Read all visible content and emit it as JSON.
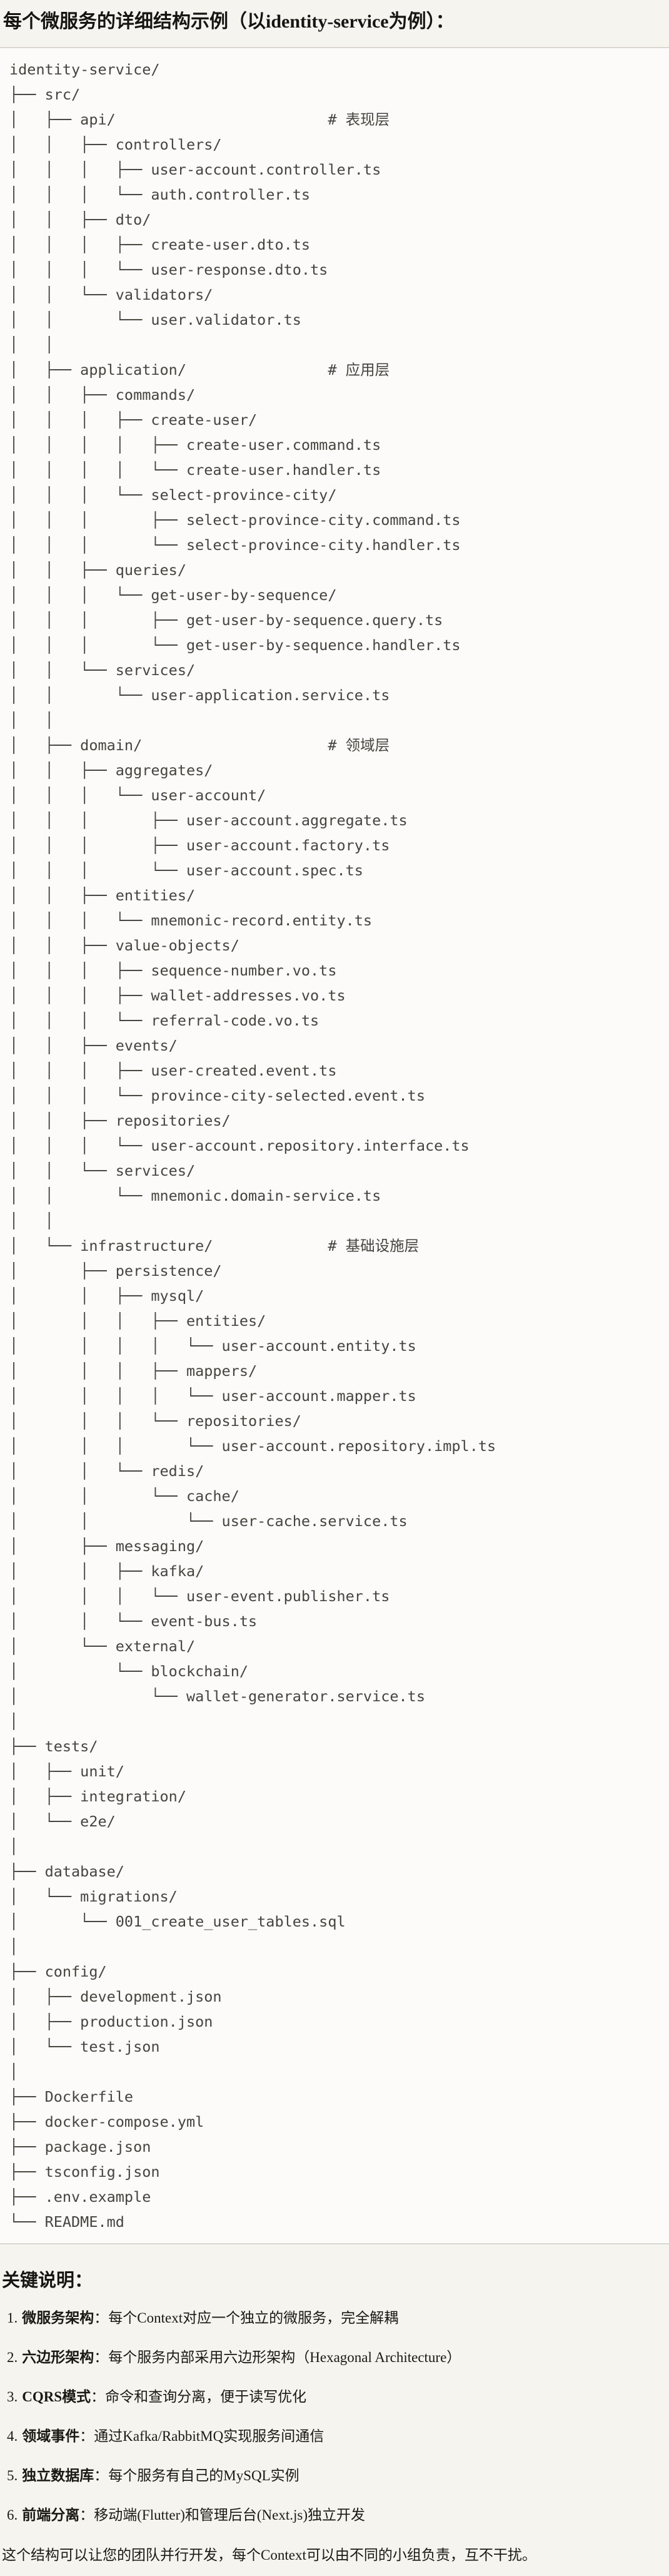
{
  "title": "每个微服务的详细结构示例（以identity-service为例）：",
  "code_block": {
    "tree_lines": [
      "identity-service/",
      "├── src/",
      "│   ├── api/                        # 表现层",
      "│   │   ├── controllers/",
      "│   │   │   ├── user-account.controller.ts",
      "│   │   │   └── auth.controller.ts",
      "│   │   ├── dto/",
      "│   │   │   ├── create-user.dto.ts",
      "│   │   │   └── user-response.dto.ts",
      "│   │   └── validators/",
      "│   │       └── user.validator.ts",
      "│   │",
      "│   ├── application/                # 应用层",
      "│   │   ├── commands/",
      "│   │   │   ├── create-user/",
      "│   │   │   │   ├── create-user.command.ts",
      "│   │   │   │   └── create-user.handler.ts",
      "│   │   │   └── select-province-city/",
      "│   │   │       ├── select-province-city.command.ts",
      "│   │   │       └── select-province-city.handler.ts",
      "│   │   ├── queries/",
      "│   │   │   └── get-user-by-sequence/",
      "│   │   │       ├── get-user-by-sequence.query.ts",
      "│   │   │       └── get-user-by-sequence.handler.ts",
      "│   │   └── services/",
      "│   │       └── user-application.service.ts",
      "│   │",
      "│   ├── domain/                     # 领域层",
      "│   │   ├── aggregates/",
      "│   │   │   └── user-account/",
      "│   │   │       ├── user-account.aggregate.ts",
      "│   │   │       ├── user-account.factory.ts",
      "│   │   │       └── user-account.spec.ts",
      "│   │   ├── entities/",
      "│   │   │   └── mnemonic-record.entity.ts",
      "│   │   ├── value-objects/",
      "│   │   │   ├── sequence-number.vo.ts",
      "│   │   │   ├── wallet-addresses.vo.ts",
      "│   │   │   └── referral-code.vo.ts",
      "│   │   ├── events/",
      "│   │   │   ├── user-created.event.ts",
      "│   │   │   └── province-city-selected.event.ts",
      "│   │   ├── repositories/",
      "│   │   │   └── user-account.repository.interface.ts",
      "│   │   └── services/",
      "│   │       └── mnemonic.domain-service.ts",
      "│   │",
      "│   └── infrastructure/             # 基础设施层",
      "│       ├── persistence/",
      "│       │   ├── mysql/",
      "│       │   │   ├── entities/",
      "│       │   │   │   └── user-account.entity.ts",
      "│       │   │   ├── mappers/",
      "│       │   │   │   └── user-account.mapper.ts",
      "│       │   │   └── repositories/",
      "│       │   │       └── user-account.repository.impl.ts",
      "│       │   └── redis/",
      "│       │       └── cache/",
      "│       │           └── user-cache.service.ts",
      "│       ├── messaging/",
      "│       │   ├── kafka/",
      "│       │   │   └── user-event.publisher.ts",
      "│       │   └── event-bus.ts",
      "│       └── external/",
      "│           └── blockchain/",
      "│               └── wallet-generator.service.ts",
      "│",
      "├── tests/",
      "│   ├── unit/",
      "│   ├── integration/",
      "│   └── e2e/",
      "│",
      "├── database/",
      "│   └── migrations/",
      "│       └── 001_create_user_tables.sql",
      "│",
      "├── config/",
      "│   ├── development.json",
      "│   ├── production.json",
      "│   └── test.json",
      "│",
      "├── Dockerfile",
      "├── docker-compose.yml",
      "├── package.json",
      "├── tsconfig.json",
      "├── .env.example",
      "└── README.md"
    ]
  },
  "notes": {
    "heading": "关键说明：",
    "items": [
      {
        "num": "1.",
        "term": "微服务架构",
        "colon": "：",
        "desc": "每个Context对应一个独立的微服务，完全解耦"
      },
      {
        "num": "2.",
        "term": "六边形架构",
        "colon": "：",
        "desc": "每个服务内部采用六边形架构（Hexagonal Architecture）"
      },
      {
        "num": "3.",
        "term": "CQRS模式",
        "colon": "：",
        "desc": "命令和查询分离，便于读写优化"
      },
      {
        "num": "4.",
        "term": "领域事件",
        "colon": "：",
        "desc": "通过Kafka/RabbitMQ实现服务间通信"
      },
      {
        "num": "5.",
        "term": "独立数据库",
        "colon": "：",
        "desc": "每个服务有自己的MySQL实例"
      },
      {
        "num": "6.",
        "term": "前端分离",
        "colon": "：",
        "desc": "移动端(Flutter)和管理后台(Next.js)独立开发"
      }
    ],
    "footer": "这个结构可以让您的团队并行开发，每个Context可以由不同的小组负责，互不干扰。"
  },
  "colors": {
    "page_background": "#f5f4ee",
    "code_background": "#fcfbf9",
    "code_border": "#dcd8d1",
    "code_text": "#45443f",
    "body_text": "#1a1914"
  }
}
